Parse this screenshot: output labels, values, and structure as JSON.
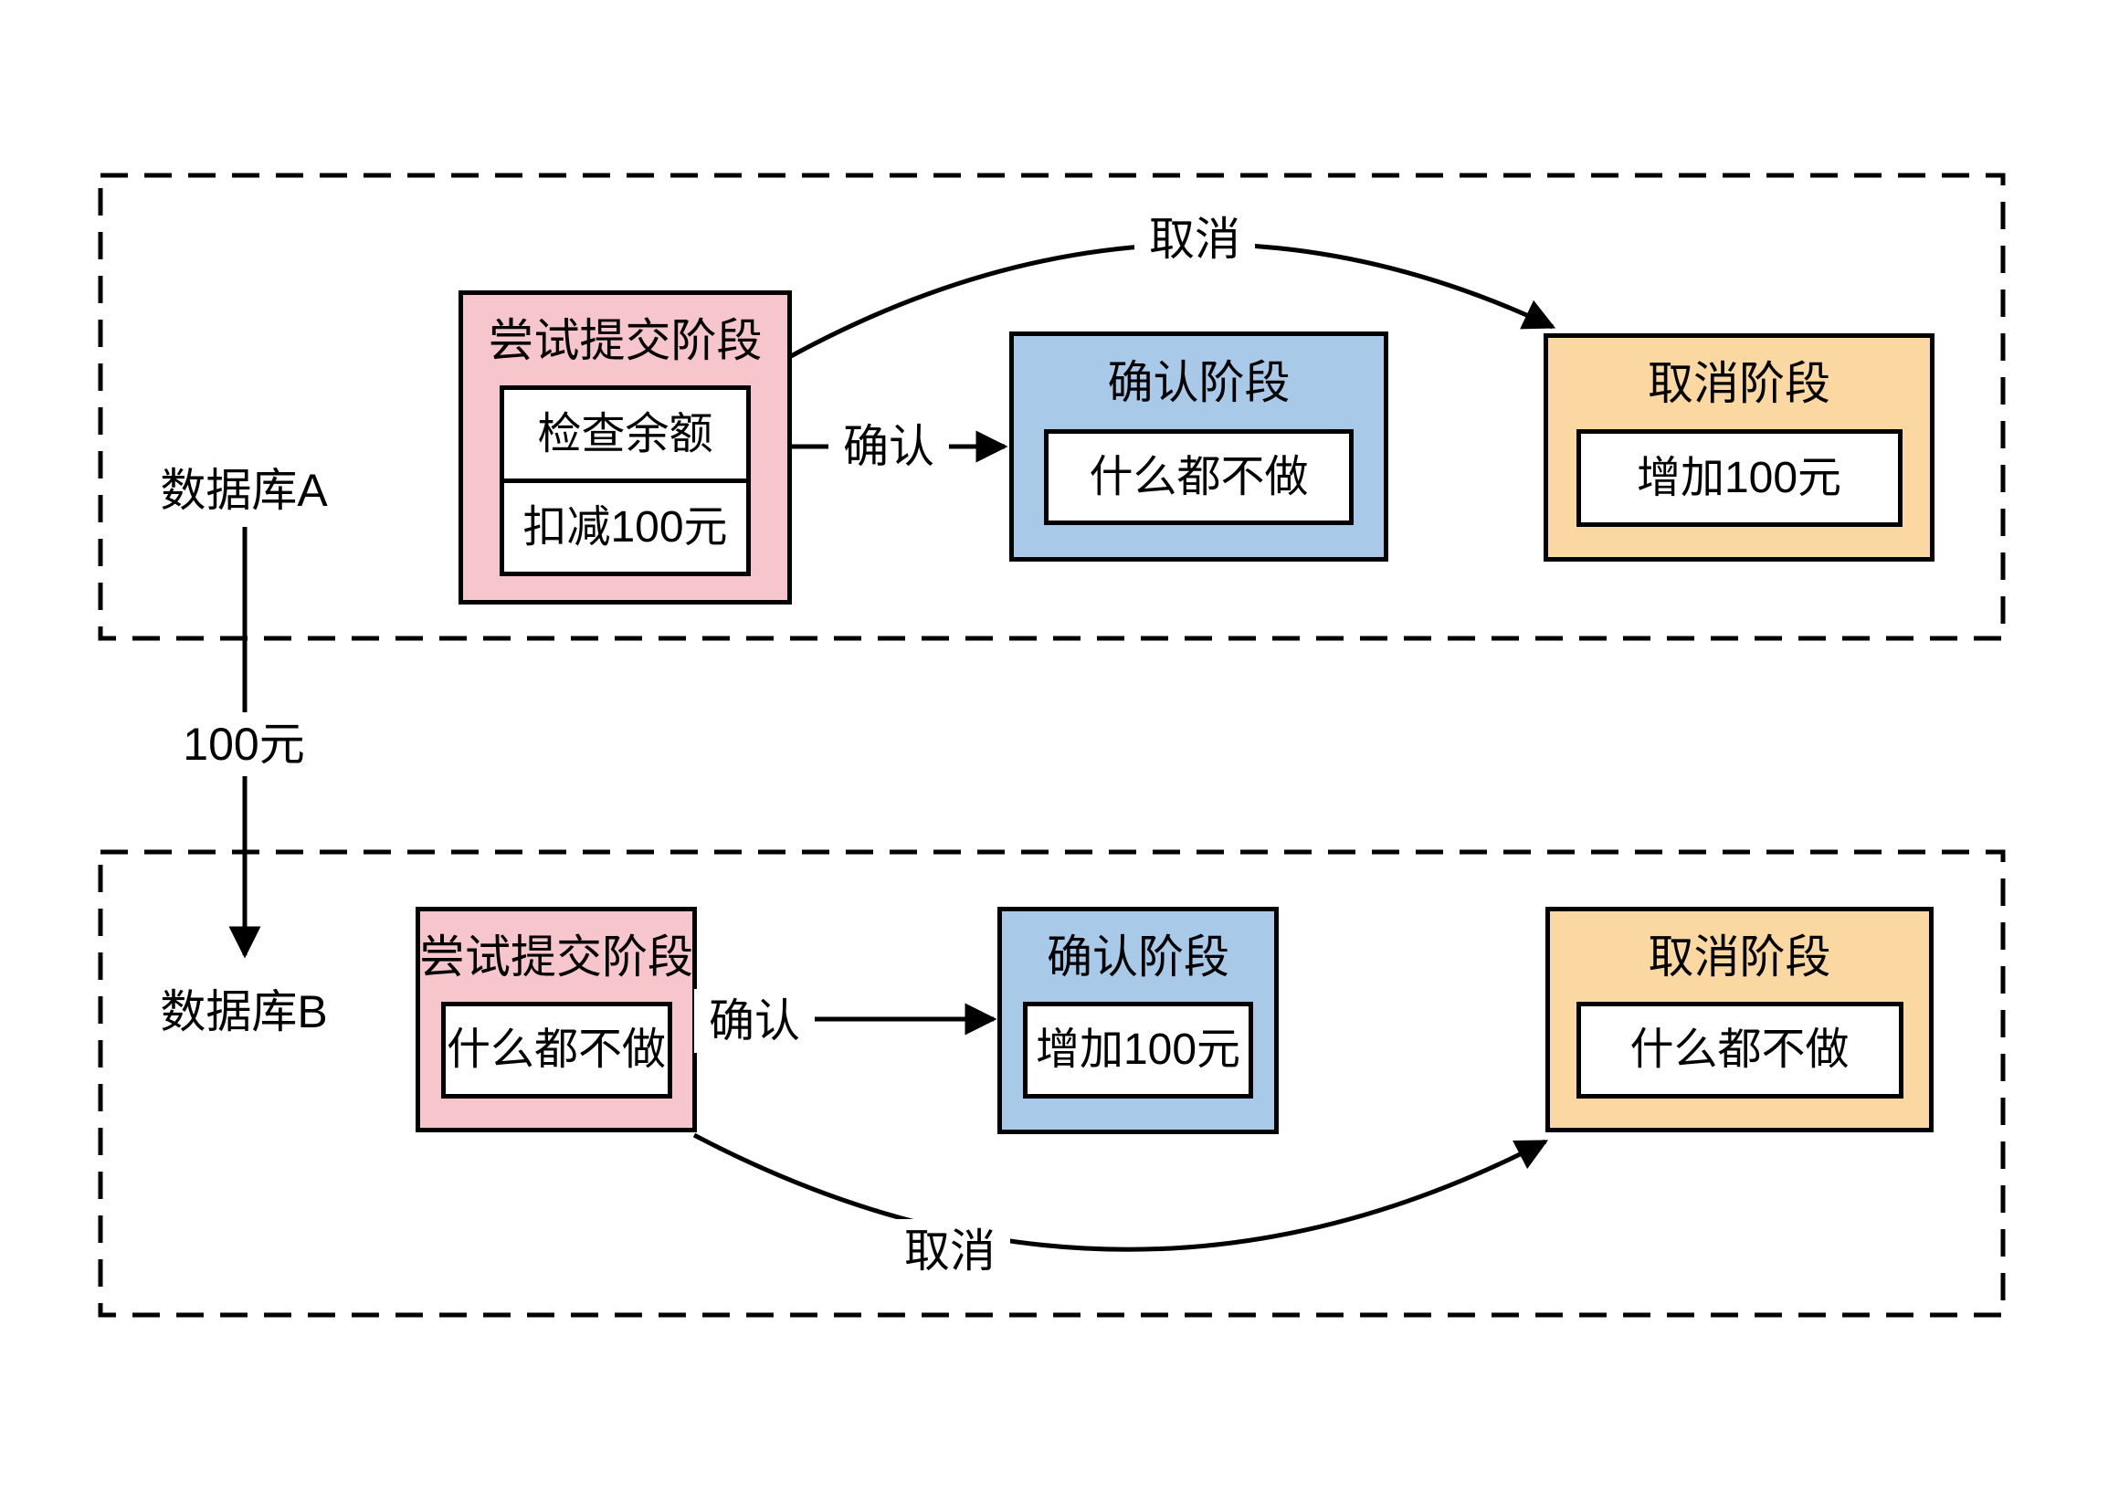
{
  "colors": {
    "try_fill": "#F7C5CC",
    "confirm_fill": "#A9C9E8",
    "cancel_fill": "#FBD8A2",
    "line": "#000000",
    "background": "#FFFFFF"
  },
  "transfer": {
    "label": "100元"
  },
  "rows": [
    {
      "db_label": "数据库A",
      "try_stage": {
        "title": "尝试提交阶段",
        "steps": [
          "检查余额",
          "扣减100元"
        ]
      },
      "confirm_stage": {
        "title": "确认阶段",
        "steps": [
          "什么都不做"
        ]
      },
      "cancel_stage": {
        "title": "取消阶段",
        "steps": [
          "增加100元"
        ]
      },
      "confirm_edge_label": "确认",
      "cancel_edge_label": "取消"
    },
    {
      "db_label": "数据库B",
      "try_stage": {
        "title": "尝试提交阶段",
        "steps": [
          "什么都不做"
        ]
      },
      "confirm_stage": {
        "title": "确认阶段",
        "steps": [
          "增加100元"
        ]
      },
      "cancel_stage": {
        "title": "取消阶段",
        "steps": [
          "什么都不做"
        ]
      },
      "confirm_edge_label": "确认",
      "cancel_edge_label": "取消"
    }
  ]
}
